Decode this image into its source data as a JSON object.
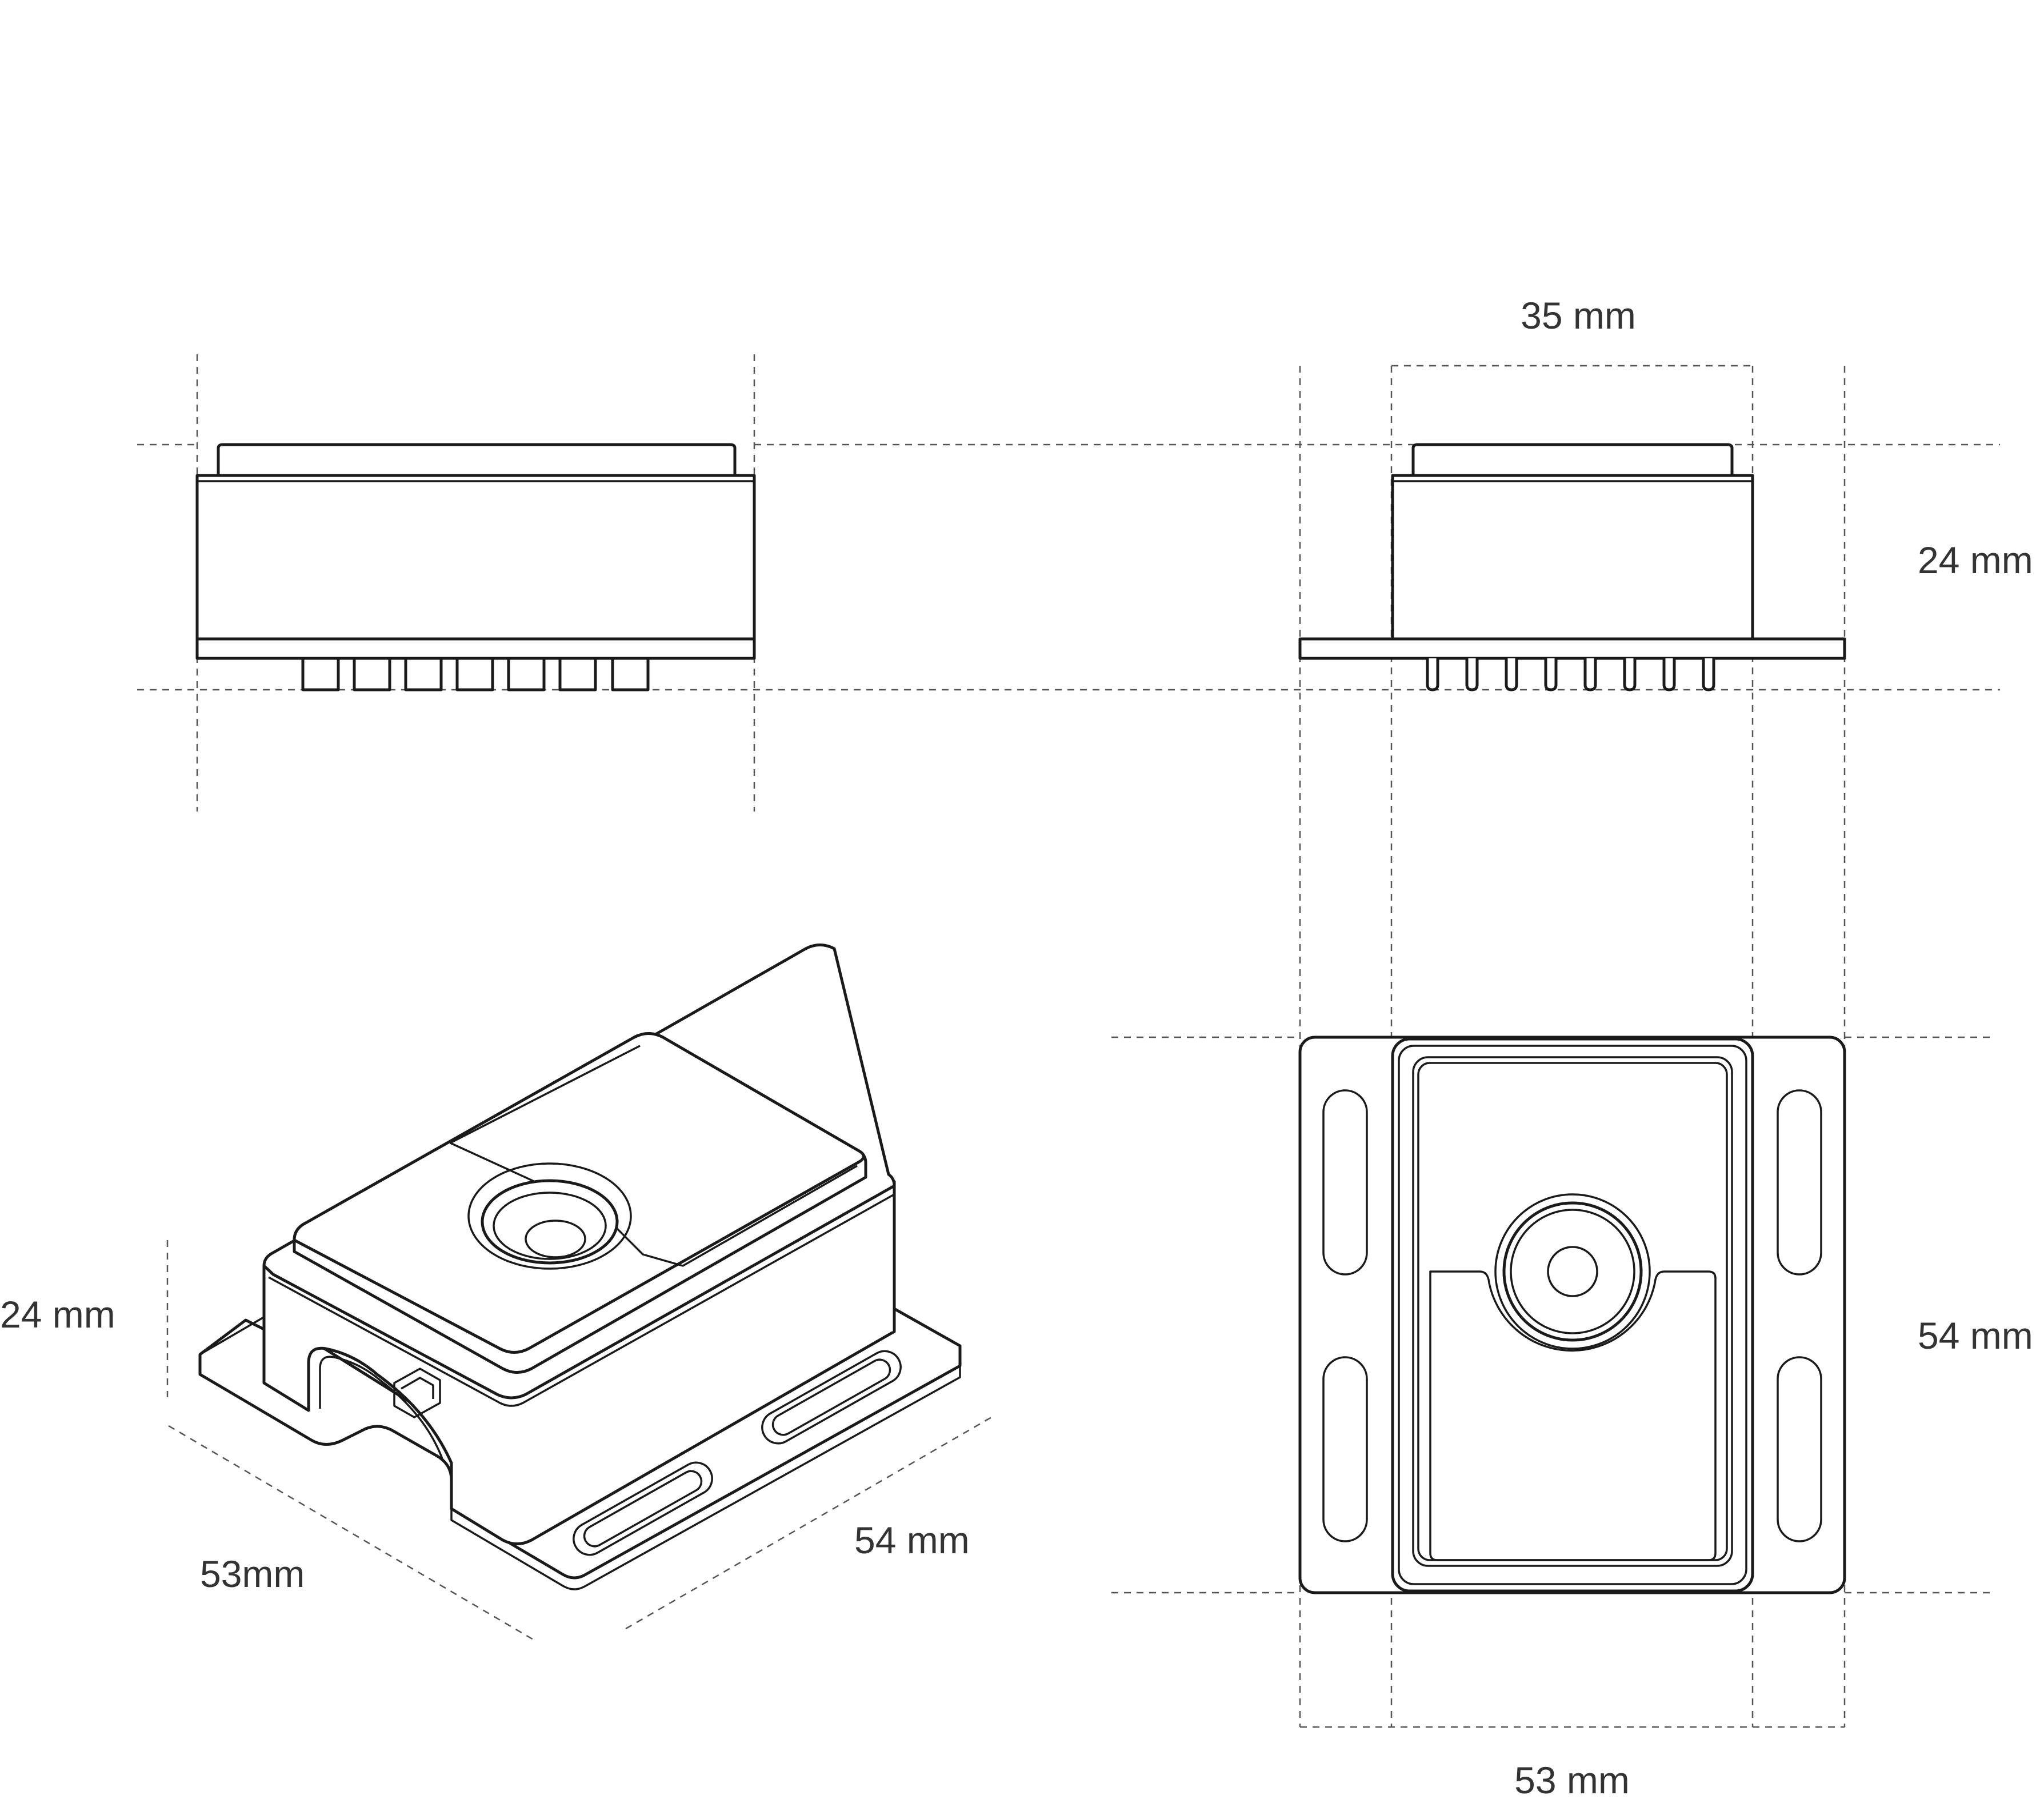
{
  "dimensions": {
    "side_width": "35 mm",
    "side_height": "24 mm",
    "top_length": "54 mm",
    "top_width": "53 mm",
    "iso_height": "24 mm",
    "iso_width": "53mm",
    "iso_length": "54 mm"
  }
}
